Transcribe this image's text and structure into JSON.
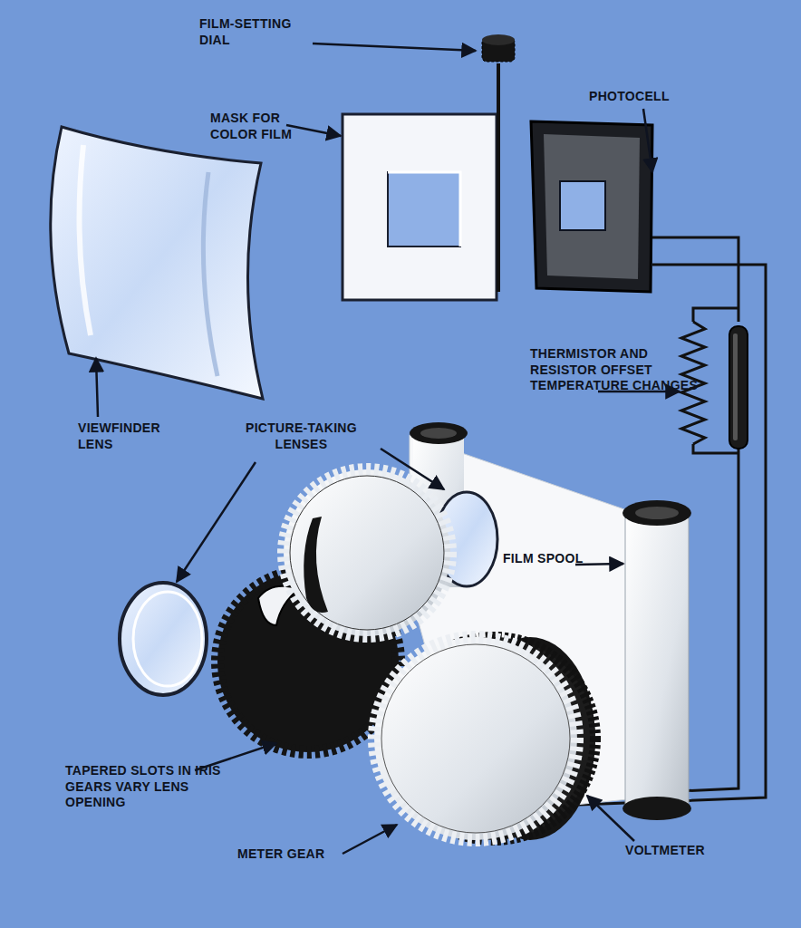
{
  "diagram": {
    "labels": [
      "FILM-SETTING DIAL",
      "MASK FOR COLOR FILM",
      "PHOTOCELL",
      "THERMISTOR AND RESISTOR OFFSET TEMPERATURE CHANGES",
      "VIEWFINDER LENS",
      "PICTURE-TAKING LENSES",
      "FILM SPOOL",
      "TAPERED SLOTS IN IRIS GEARS VARY LENS OPENING",
      "METER GEAR",
      "VOLTMETER"
    ]
  }
}
